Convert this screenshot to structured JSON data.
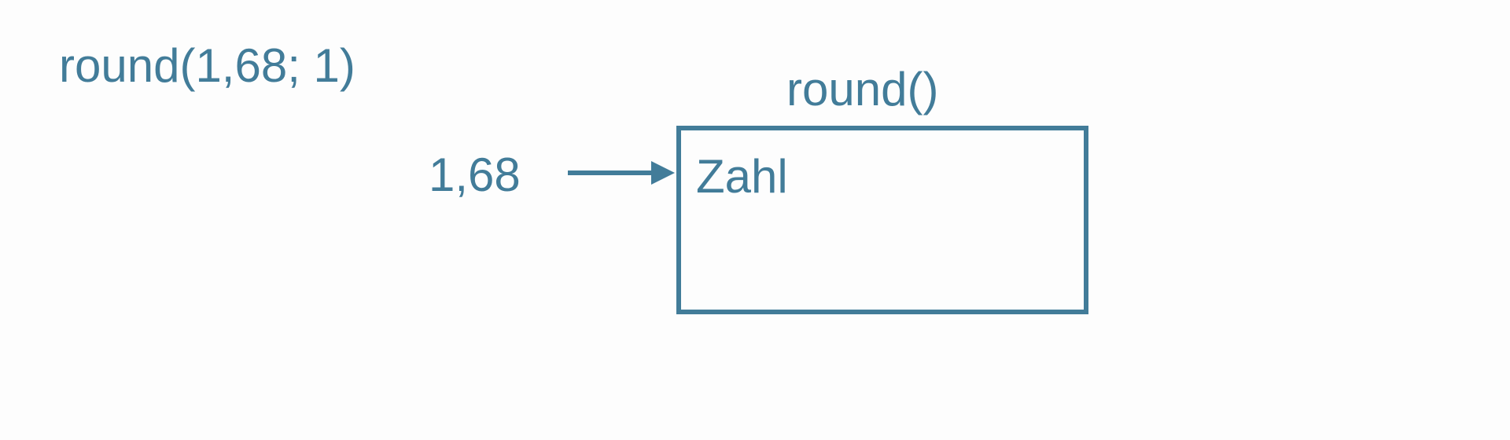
{
  "expression": {
    "text": "round(1,68; 1)"
  },
  "function_box": {
    "title": "round()",
    "parameter_label": "Zahl"
  },
  "input": {
    "value": "1,68"
  },
  "colors": {
    "primary": "#427c99",
    "background": "#fdfdfd"
  },
  "icons": {
    "connector": "arrow-right-icon"
  }
}
